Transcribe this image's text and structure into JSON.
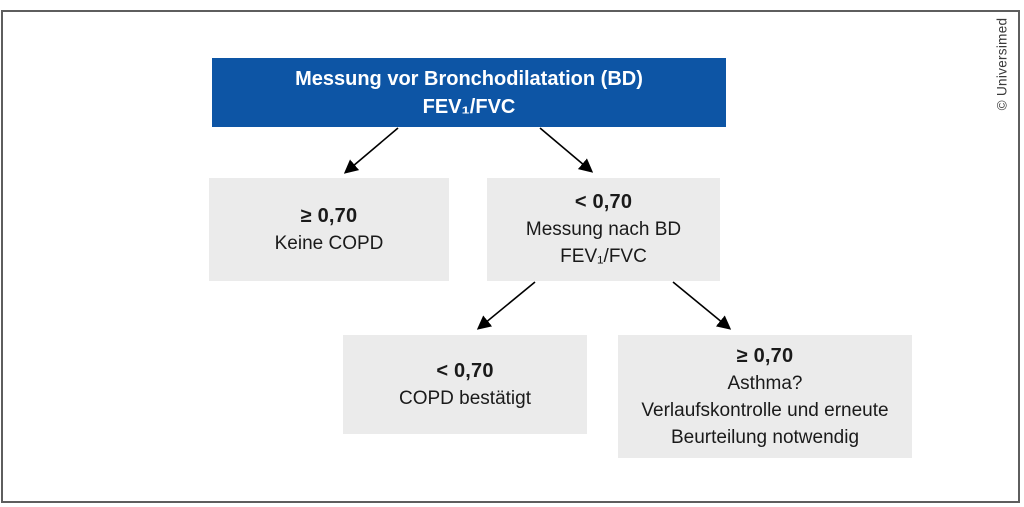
{
  "credit": "© Universimed",
  "colors": {
    "header_bg": "#0d55a5",
    "header_text": "#ffffff",
    "node_bg": "#ebebeb",
    "node_text": "#1a1a1a",
    "frame_border": "#5e5e5e",
    "arrow": "#000000"
  },
  "flowchart": {
    "root": {
      "line1": "Messung vor Bronchodilatation (BD)",
      "line2": "FEV₁/FVC"
    },
    "nodes": [
      {
        "id": "keine-copd",
        "value": "≥ 0,70",
        "lines": [
          "Keine COPD"
        ]
      },
      {
        "id": "messung-nach-bd",
        "value": "< 0,70",
        "lines": [
          "Messung nach BD",
          "FEV₁/FVC"
        ]
      },
      {
        "id": "copd-bestaetigt",
        "value": "< 0,70",
        "lines": [
          "COPD bestätigt"
        ]
      },
      {
        "id": "asthma",
        "value": "≥ 0,70",
        "lines": [
          "Asthma?",
          "Verlaufskontrolle und erneute",
          "Beurteilung notwendig"
        ]
      }
    ]
  }
}
